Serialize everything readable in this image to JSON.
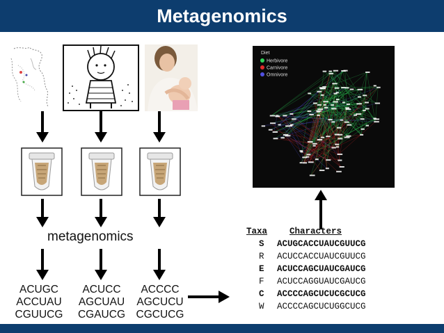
{
  "title": "Metagenomics",
  "metagenomics_label": "metagenomics",
  "samples": [
    {
      "lines": [
        "ACUGC",
        "ACCUAU",
        "CGUUCG"
      ]
    },
    {
      "lines": [
        "ACUCC",
        "AGCUAU",
        "CGAUCG"
      ]
    },
    {
      "lines": [
        "ACCCC",
        "AGCUCU",
        "CGCUCG"
      ]
    }
  ],
  "network_legend": {
    "heading": "Diet",
    "items": [
      {
        "label": "Herbivore",
        "color": "#2fd35a"
      },
      {
        "label": "Carnivore",
        "color": "#e02a2a"
      },
      {
        "label": "Omnivore",
        "color": "#5050e0"
      }
    ]
  },
  "table": {
    "header_taxa": "Taxa",
    "header_characters": "Characters",
    "rows": [
      {
        "taxon": "S",
        "sequence": "ACUGCACCUAUCGUUCG",
        "bold": true
      },
      {
        "taxon": "R",
        "sequence": "ACUCCACCUAUCGUUCG",
        "bold": false
      },
      {
        "taxon": "E",
        "sequence": "ACUCCAGCUAUCGAUCG",
        "bold": true
      },
      {
        "taxon": "F",
        "sequence": "ACUCCAGGUAUCGAUCG",
        "bold": false
      },
      {
        "taxon": "C",
        "sequence": "ACCCCAGCUCUCGCUCG",
        "bold": true
      },
      {
        "taxon": "W",
        "sequence": "ACCCCAGCUCUGGCUCG",
        "bold": false
      }
    ]
  }
}
